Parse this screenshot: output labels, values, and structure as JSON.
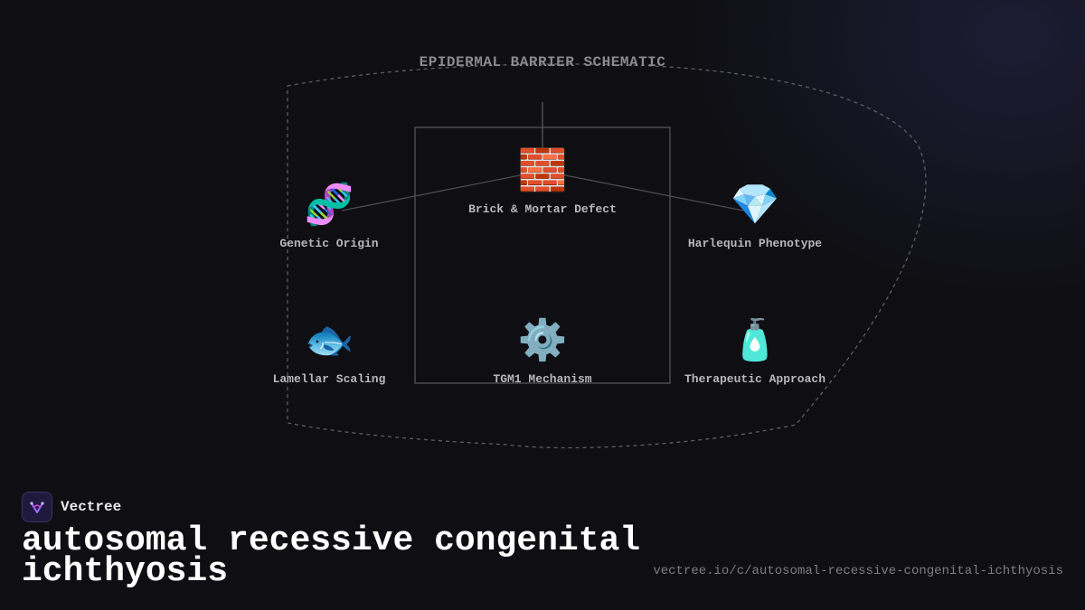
{
  "diagram": {
    "title": "EPIDERMAL BARRIER SCHEMATIC",
    "nodes": [
      {
        "id": "brick",
        "icon": "🧱",
        "icon_name": "brick-wall-icon",
        "label": "Brick & Mortar Defect"
      },
      {
        "id": "genetic",
        "icon": "🧬",
        "icon_name": "dna-icon",
        "label": "Genetic Origin"
      },
      {
        "id": "harlequin",
        "icon": "💎",
        "icon_name": "gem-icon",
        "label": "Harlequin Phenotype"
      },
      {
        "id": "lamellar",
        "icon": "🐟",
        "icon_name": "fish-icon",
        "label": "Lamellar Scaling"
      },
      {
        "id": "tgm1",
        "icon": "⚙️",
        "icon_name": "gear-icon",
        "label": "TGM1 Mechanism"
      },
      {
        "id": "therapeutic",
        "icon": "🧴",
        "icon_name": "lotion-bottle-icon",
        "label": "Therapeutic Approach"
      }
    ],
    "edges": [
      [
        "brick",
        "genetic"
      ],
      [
        "brick",
        "harlequin"
      ]
    ]
  },
  "brand": {
    "name": "Vectree",
    "logo_icon": "vectree-logo-icon"
  },
  "page": {
    "title": "autosomal recessive congenital ichthyosis",
    "url": "vectree.io/c/autosomal-recessive-congenital-ichthyosis"
  },
  "colors": {
    "background": "#0f0f13",
    "accent": "#7c4dff"
  }
}
